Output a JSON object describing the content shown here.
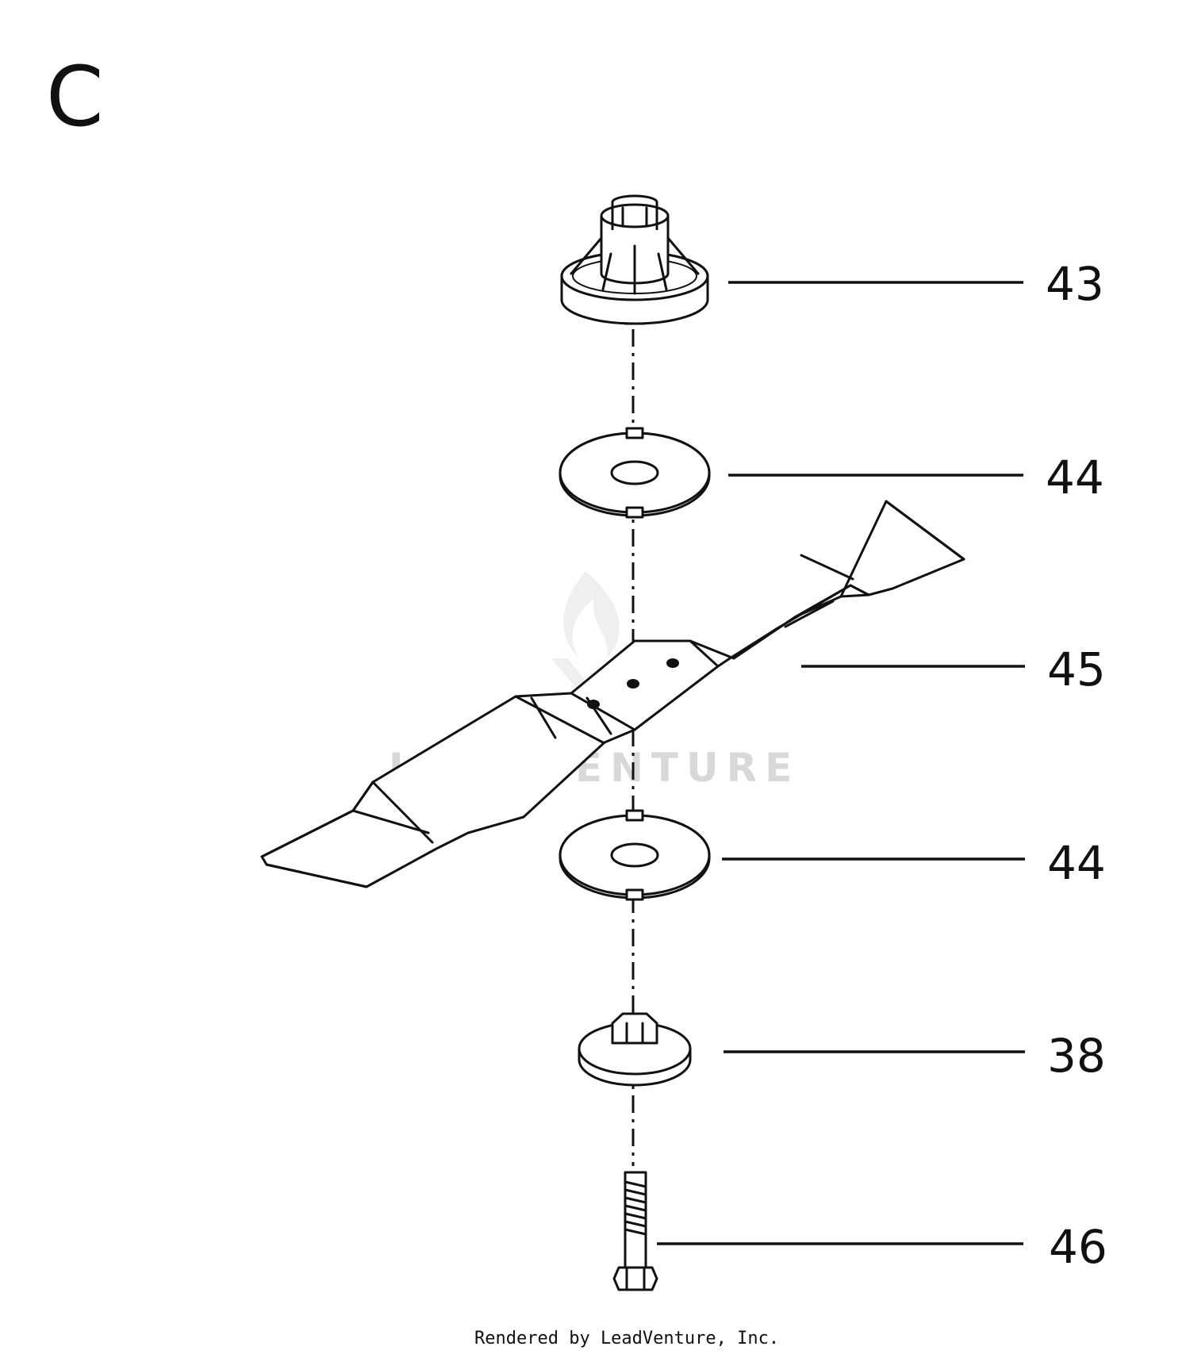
{
  "section_letter": "C",
  "watermark_text": "LEADVENTURE",
  "footer_text": "Rendered by LeadVenture, Inc.",
  "callouts": [
    {
      "label": "43"
    },
    {
      "label": "44"
    },
    {
      "label": "45"
    },
    {
      "label": "44"
    },
    {
      "label": "38"
    },
    {
      "label": "46"
    }
  ]
}
